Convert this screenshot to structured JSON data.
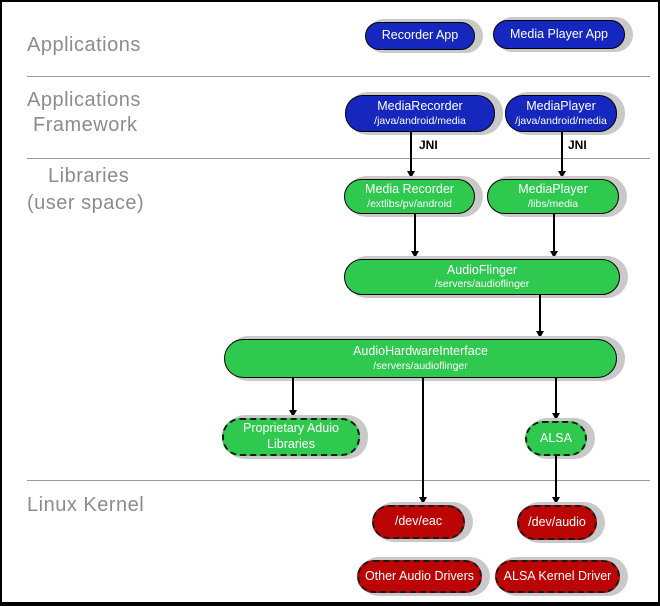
{
  "palette": {
    "app_blue": "#1527be",
    "lib_green": "#2fc94f",
    "kernel_red": "#bb0505",
    "shadow_gray": "#c9c9c9",
    "section_label_gray": "#8c8c8c",
    "separator_gray": "#9a9a9a"
  },
  "sections": {
    "applications": "Applications",
    "framework_line1": "Applications",
    "framework_line2": "Framework",
    "libraries_line1": "Libraries",
    "libraries_line2": "(user space)",
    "kernel": "Linux Kernel"
  },
  "nodes": {
    "recorder_app": {
      "title": "Recorder App"
    },
    "media_player_app": {
      "title": "Media Player App"
    },
    "mediarecorder_framework": {
      "title": "MediaRecorder",
      "subtitle": "/java/android/media"
    },
    "mediaplayer_framework": {
      "title": "MediaPlayer",
      "subtitle": "/java/android/media"
    },
    "media_recorder_lib": {
      "title": "Media Recorder",
      "subtitle": "/extlibs/pv/android"
    },
    "mediaplayer_lib": {
      "title": "MediaPlayer",
      "subtitle": "/libs/media"
    },
    "audioflinger": {
      "title": "AudioFlinger",
      "subtitle": "/servers/audioflinger"
    },
    "audio_hardware_interface": {
      "title": "AudioHardwareInterface",
      "subtitle": "/servers/audioflinger"
    },
    "proprietary_audio_libraries": {
      "title": "Proprietary Aduio",
      "title2": "Libraries"
    },
    "alsa": {
      "title": "ALSA"
    },
    "dev_eac": {
      "title": "/dev/eac"
    },
    "dev_audio": {
      "title": "/dev/audio"
    },
    "other_audio_drivers": {
      "title": "Other Audio Drivers"
    },
    "alsa_kernel_driver": {
      "title": "ALSA Kernel Driver"
    }
  },
  "edge_labels": {
    "jni_left": "JNI",
    "jni_right": "JNI"
  }
}
